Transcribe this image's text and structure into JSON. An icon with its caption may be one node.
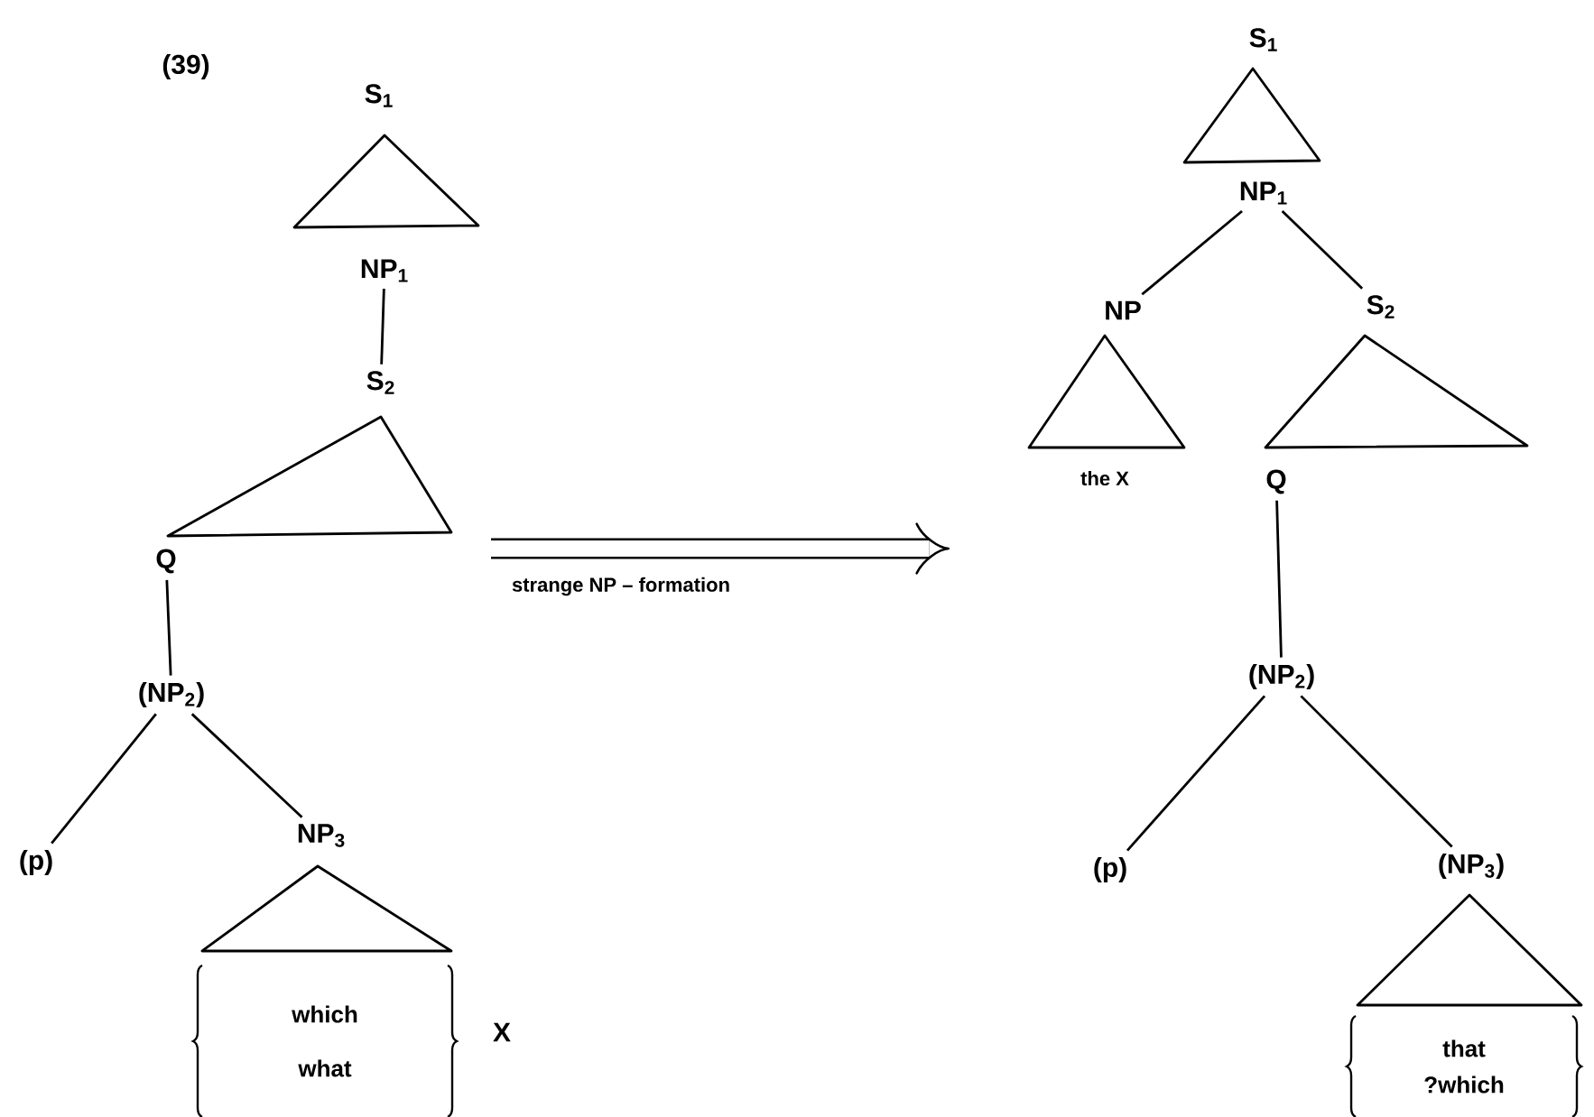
{
  "diagram": {
    "nodes": [
      {
        "text": [
          "S$_{1}$"
        ]
      },
      {
        "text": [
          "NP$_{1}$"
        ]
      },
      {
        "text": [
          "S$_{2}$"
        ]
      },
      {
        "text": [
          "Q"
        ]
      },
      {
        "text": [
          "(NP$_{2}$)"
        ]
      },
      {
        "text": [
          "(p)"
        ]
      },
      {
        "text": [
          "NP$_{3}$"
        ]
      },
      {
        "text": [
          "which what"
        ],
        "beside": [
          "X"
        ]
      },
      {
        "text": [
          "S$_{1}$"
        ]
      },
      {
        "text": [
          "NP$_{1}$"
        ]
      },
      {
        "text": [
          "NP"
        ]
      },
      {
        "text": [
          "the X"
        ]
      },
      {
        "text": [
          "S$_{2}$"
        ]
      },
      {
        "text": [
          "Q"
        ]
      },
      {
        "text": [
          "(NP$_{2}$)"
        ]
      },
      {
        "text": [
          "(p)"
        ]
      },
      {
        "text": [
          "(NP$_{3}$)"
        ]
      },
      {
        "text": [
          "that ?which"
        ]
      },
      {
        "text": [],
        "shape": "triangle"
      },
      {
        "text": [],
        "shape": "triangle"
      },
      {
        "text": [],
        "shape": "triangle"
      },
      {
        "text": [],
        "shape": "triangle"
      },
      {
        "text": [],
        "shape": "triangle"
      },
      {
        "text": [],
        "shape": "triangle"
      },
      {
        "text": [],
        "shape": "triangle"
      }
    ],
    "edges": [
      {
        "from": 1,
        "to": 2,
        "arrow": "none"
      },
      {
        "from": 3,
        "to": 4,
        "arrow": "none"
      },
      {
        "from": 4,
        "to": 5,
        "arrow": "none"
      },
      {
        "from": 4,
        "to": 6,
        "arrow": "none"
      },
      {
        "from": 9,
        "to": 10,
        "arrow": "none"
      },
      {
        "from": 9,
        "to": 12,
        "arrow": "none"
      },
      {
        "from": 13,
        "to": 14,
        "arrow": "none"
      },
      {
        "from": 14,
        "to": 15,
        "arrow": "none"
      },
      {
        "from": 14,
        "to": 16,
        "arrow": "none"
      }
    ],
    "labels": [
      "(39)",
      "strange NP – formation"
    ]
  }
}
